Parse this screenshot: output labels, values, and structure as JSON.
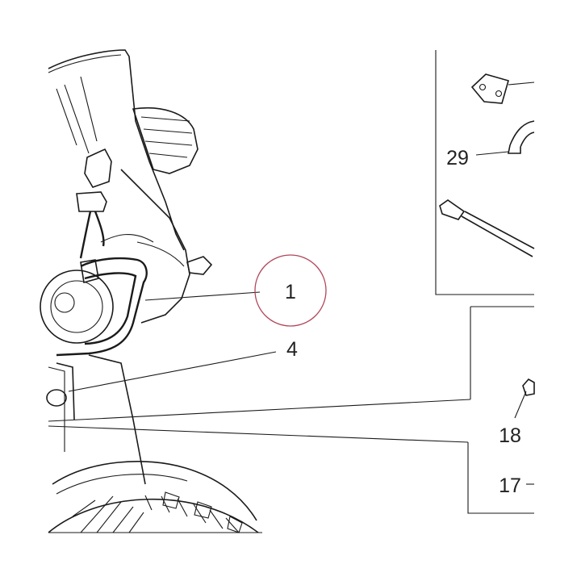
{
  "callouts": [
    {
      "id": "c1",
      "label": "1"
    },
    {
      "id": "c4",
      "label": "4"
    },
    {
      "id": "c18",
      "label": "18"
    },
    {
      "id": "c17",
      "label": "17"
    },
    {
      "id": "c29",
      "label": "29"
    }
  ],
  "colors": {
    "line": "#1a1a1a",
    "highlight_circle": "#b0475a",
    "background": "#ffffff"
  }
}
